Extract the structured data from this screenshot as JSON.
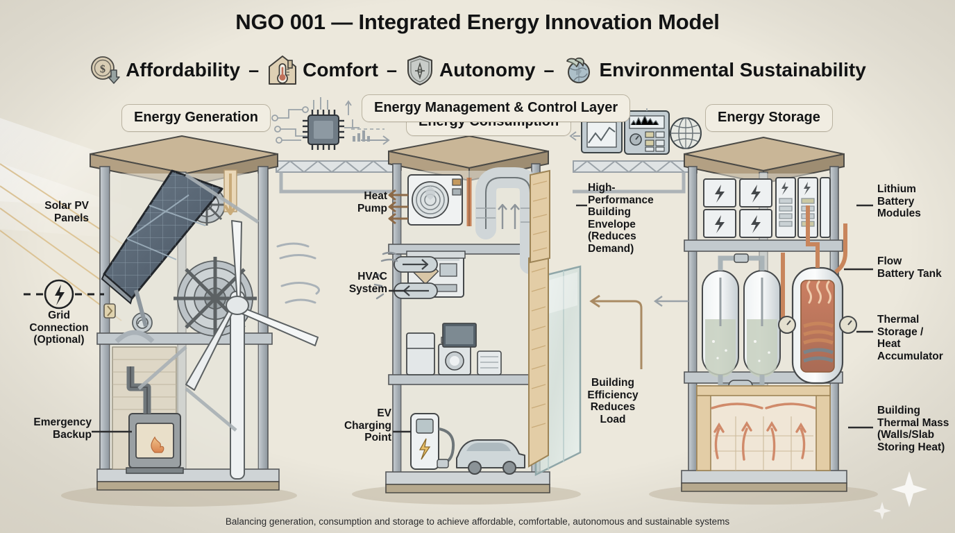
{
  "page": {
    "background": "#ece8dc",
    "title": "NGO 001 — Integrated Energy Innovation Model",
    "footer": "Balancing generation, consumption and storage to achieve affordable, comfortable, autonomous and sustainable systems"
  },
  "pillars": {
    "separator": "–",
    "items": [
      {
        "icon": "coin-dollar-down-arrow-icon",
        "label": "Affordability"
      },
      {
        "icon": "house-thermometer-icon",
        "label": "Comfort"
      },
      {
        "icon": "shield-plug-icon",
        "label": "Autonomy"
      },
      {
        "icon": "globe-leaf-icon",
        "label": "Environmental Sustainability"
      }
    ]
  },
  "sections": {
    "generation": "Energy Generation",
    "control": "Energy Management & Control Layer",
    "consumption": "Energy Consumption",
    "storage": "Energy Storage"
  },
  "control_layer": {
    "icons": [
      "circuit-chip-icon",
      "signal-bars-icon",
      "line-chart-panel-icon",
      "control-panel-meter-icon",
      "globe-network-icon"
    ]
  },
  "callouts": {
    "solar": "Solar PV\nPanels",
    "grid": "Grid\nConnection\n(Optional)",
    "grid_icon": "lightning-bolt-circle-icon",
    "emergency": "Emergency\nBackup",
    "heat_pump": "Heat\nPump",
    "hvac": "HVAC\nSystem",
    "ev": "EV\nCharging\nPoint",
    "envelope": "High-\nPerformance\nBuilding\nEnvelope\n(Reduces\nDemand)",
    "efficiency": "Building\nEfficiency\nReduces\nLoad",
    "lithium": "Lithium\nBattery\nModules",
    "flow": "Flow\nBattery Tank",
    "thermal": "Thermal\nStorage /\nHeat\nAccumulator",
    "mass": "Building\nThermal Mass\n(Walls/Slab\nStoring Heat)"
  },
  "colors": {
    "background": "#ece8dc",
    "ink": "#2b2c2e",
    "label_fill": "#f1ede2",
    "label_border": "#b9b2a0",
    "steel": "#b9bfc4",
    "steel_dark": "#8e979e",
    "roof_tan": "#c9b697",
    "wood_tan": "#d9c6a6",
    "copper": "#c8815a",
    "solar_blue": "#54626f",
    "warm_arrow": "#9c7b55",
    "heat_red": "#c0715a",
    "glass": "#d7e2e0",
    "insulation": "#e3cda6"
  }
}
